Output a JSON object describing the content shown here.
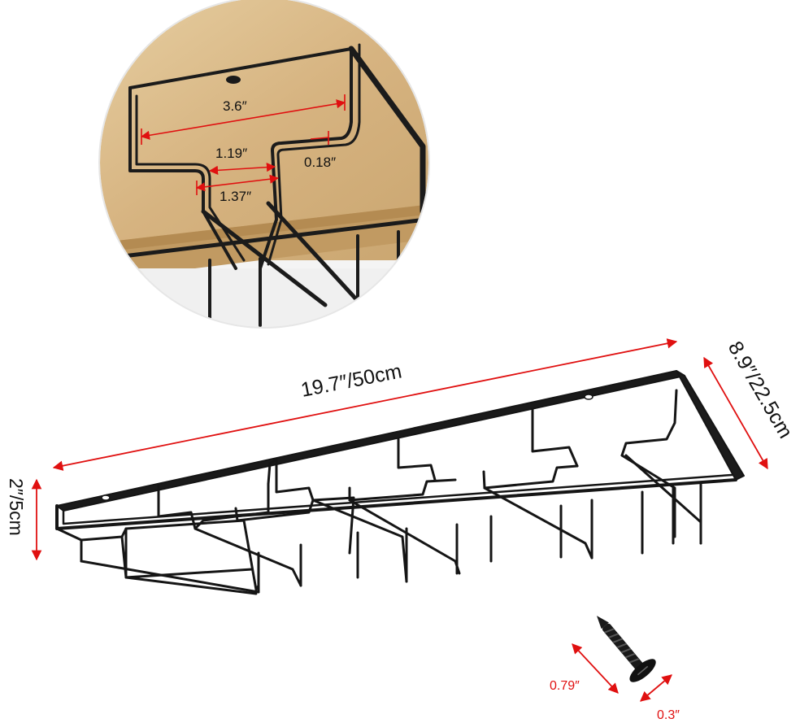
{
  "detail_callout": {
    "slot_width": "3.6″",
    "slot_gap_inner": "1.19″",
    "slot_gap_outer": "1.37″",
    "wire_thickness": "0.18″"
  },
  "rack_dimensions": {
    "length": "19.7″/50cm",
    "depth": "8.9″/22.5cm",
    "height": "2″/5cm"
  },
  "screw": {
    "length": "0.79″",
    "head_width": "0.3″"
  },
  "colors": {
    "dimension_arrow": "#e01010",
    "rack_metal": "#1a1a1a",
    "wood": "#d9b989"
  }
}
